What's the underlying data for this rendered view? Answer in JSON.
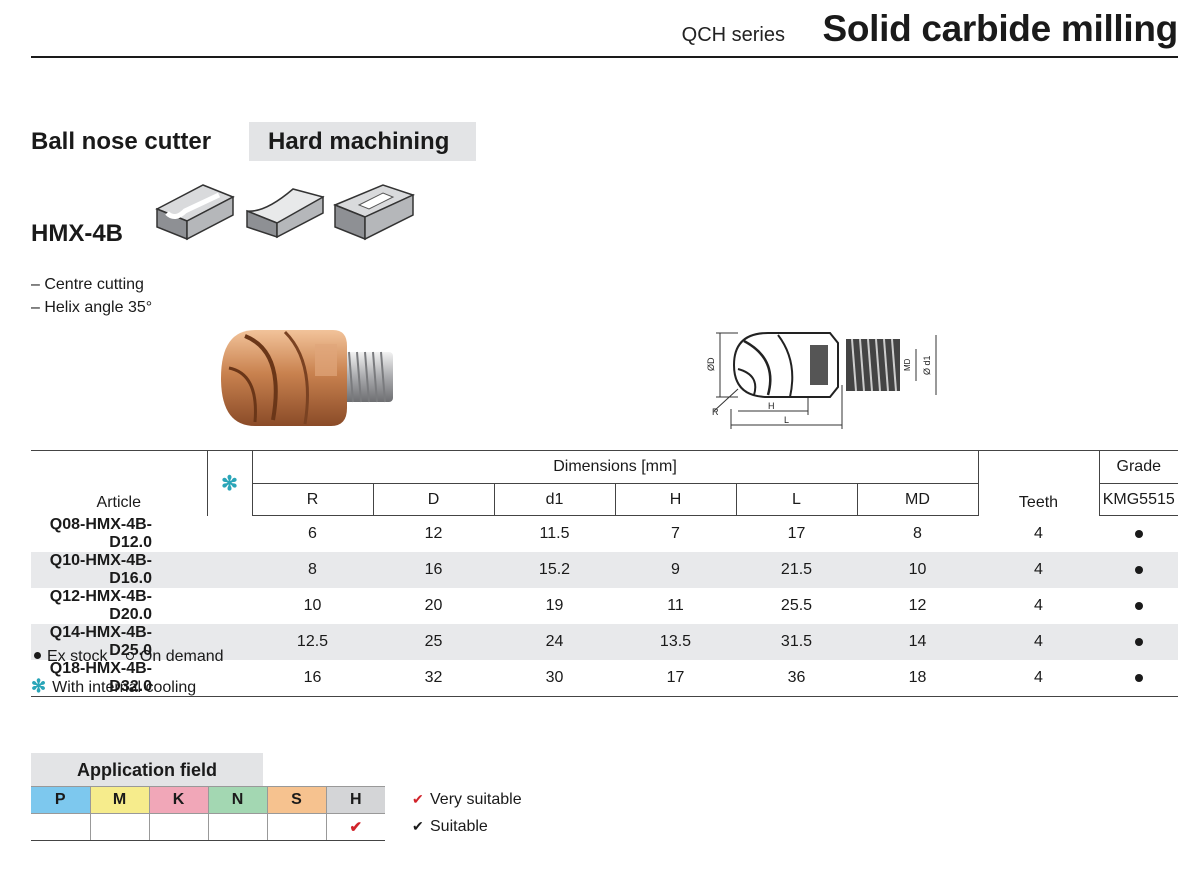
{
  "header": {
    "series": "QCH series",
    "title": "Solid carbide milling"
  },
  "product": {
    "type": "Ball nose cutter",
    "application_tag": "Hard machining",
    "model": "HMX-4B",
    "features": [
      "– Centre cutting",
      "– Helix angle 35°"
    ]
  },
  "drawing_labels": {
    "D": "ØD",
    "MD": "MD",
    "d1": "Ø d1",
    "R": "R",
    "H": "H",
    "L": "L"
  },
  "table": {
    "article_header": "Article",
    "cooling_symbol": "✻",
    "dimensions_header": "Dimensions [mm]",
    "dim_columns": [
      "R",
      "D",
      "d1",
      "H",
      "L",
      "MD"
    ],
    "teeth_header": "Teeth",
    "grade_header": "Grade",
    "grade_name": "KMG5515",
    "rows": [
      {
        "article": "Q08-HMX-4B-D12.0",
        "R": "6",
        "D": "12",
        "d1": "11.5",
        "H": "7",
        "L": "17",
        "MD": "8",
        "teeth": "4",
        "grade": "ex-stock"
      },
      {
        "article": "Q10-HMX-4B-D16.0",
        "R": "8",
        "D": "16",
        "d1": "15.2",
        "H": "9",
        "L": "21.5",
        "MD": "10",
        "teeth": "4",
        "grade": "ex-stock"
      },
      {
        "article": "Q12-HMX-4B-D20.0",
        "R": "10",
        "D": "20",
        "d1": "19",
        "H": "11",
        "L": "25.5",
        "MD": "12",
        "teeth": "4",
        "grade": "ex-stock"
      },
      {
        "article": "Q14-HMX-4B-D25.0",
        "R": "12.5",
        "D": "25",
        "d1": "24",
        "H": "13.5",
        "L": "31.5",
        "MD": "14",
        "teeth": "4",
        "grade": "ex-stock"
      },
      {
        "article": "Q18-HMX-4B-D32.0",
        "R": "16",
        "D": "32",
        "d1": "30",
        "H": "17",
        "L": "36",
        "MD": "18",
        "teeth": "4",
        "grade": "ex-stock"
      }
    ]
  },
  "legend": {
    "ex_stock": "Ex stock",
    "on_demand": "On demand",
    "internal_cooling": "With internal cooling"
  },
  "application_field": {
    "title": "Application field",
    "materials": [
      {
        "code": "P",
        "color": "#7dc8ee",
        "rating": ""
      },
      {
        "code": "M",
        "color": "#f6ec8c",
        "rating": ""
      },
      {
        "code": "K",
        "color": "#f1a7b8",
        "rating": ""
      },
      {
        "code": "N",
        "color": "#a3d7b2",
        "rating": ""
      },
      {
        "code": "S",
        "color": "#f6c28f",
        "rating": ""
      },
      {
        "code": "H",
        "color": "#d4d5d7",
        "rating": "very-suitable"
      }
    ],
    "very_suitable": "Very suitable",
    "suitable": "Suitable"
  },
  "colors": {
    "accent_cooling": "#2aa5b8",
    "check_red": "#d1232a",
    "row_shade": "#e8e9eb"
  }
}
